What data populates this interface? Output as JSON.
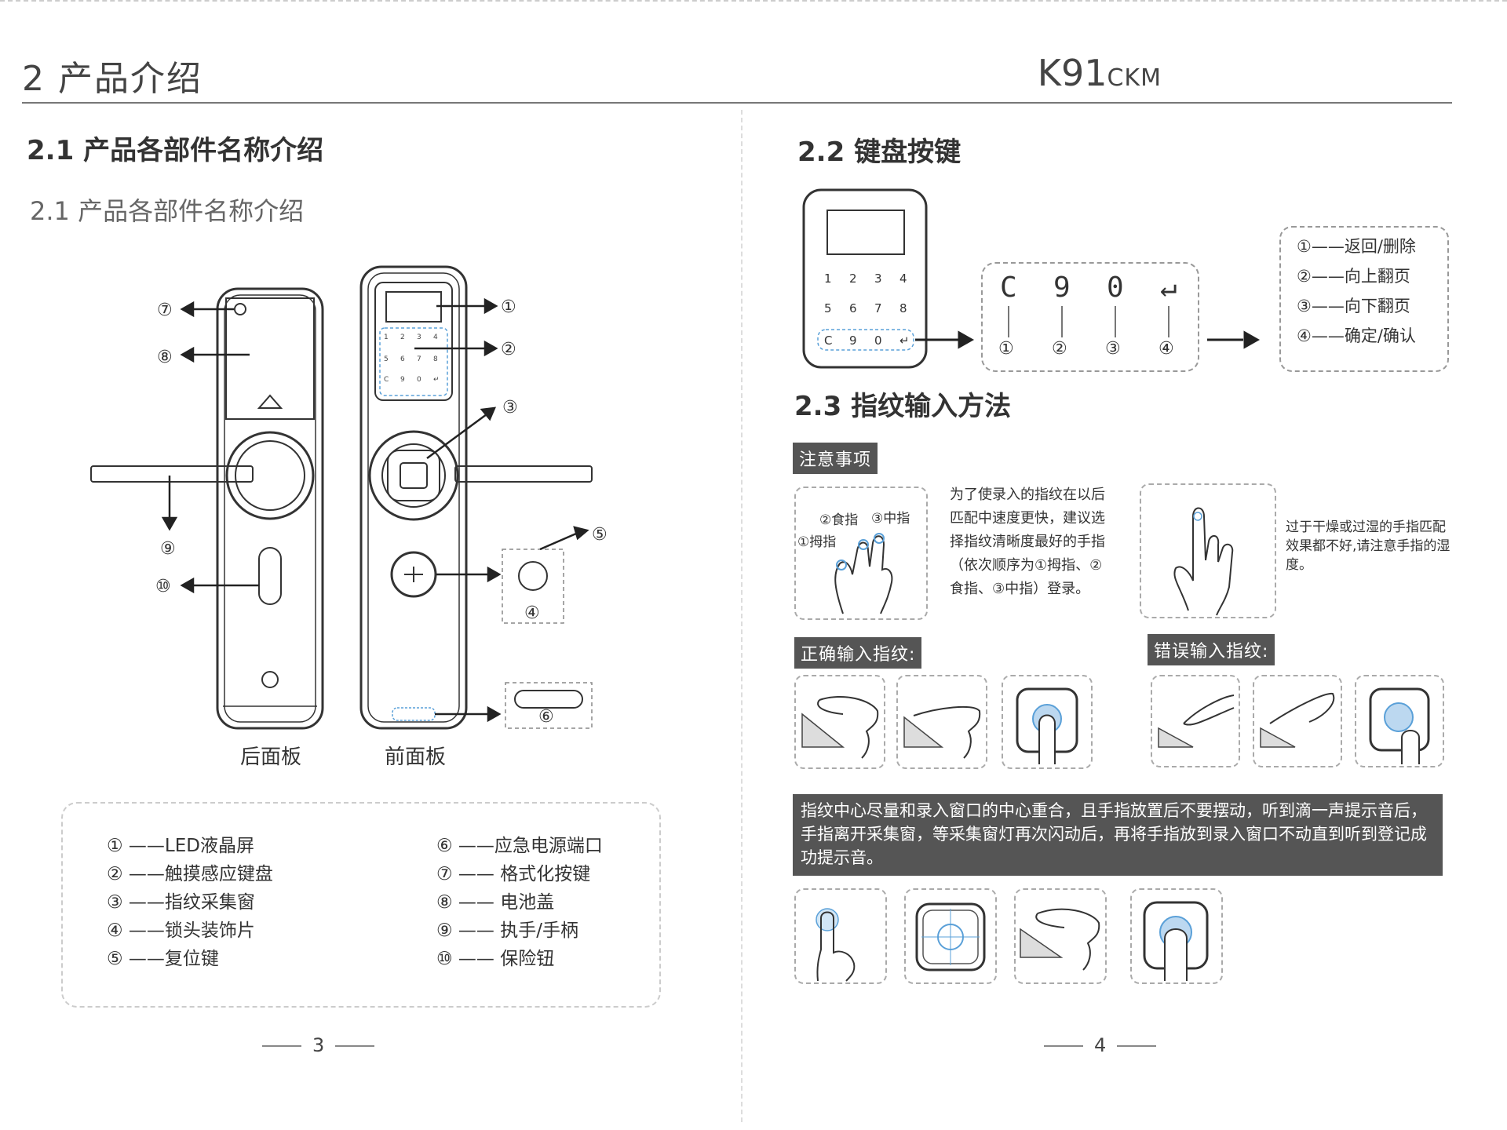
{
  "header": {
    "chapter_title": "2 产品介绍",
    "model_main": "K91",
    "model_suffix": "CKM"
  },
  "left_page": {
    "section_title": "2.1 产品各部件名称介绍",
    "section_subtitle": "2.1 产品各部件名称介绍",
    "diagram_labels": {
      "back_panel": "后面板",
      "front_panel": "前面板",
      "callouts": [
        "①",
        "②",
        "③",
        "④",
        "⑤",
        "⑥",
        "⑦",
        "⑧",
        "⑨",
        "⑩"
      ]
    },
    "keypad_digits": [
      "1",
      "2",
      "3",
      "4",
      "5",
      "6",
      "7",
      "8",
      "C",
      "9",
      "0",
      "↵"
    ],
    "legend_left": [
      "① ——LED液晶屏",
      "② ——触摸感应键盘",
      "③ ——指纹采集窗",
      "④ ——锁头装饰片",
      "⑤ ——复位键"
    ],
    "legend_right": [
      "⑥ ——应急电源端口",
      "⑦ —— 格式化按键",
      "⑧ —— 电池盖",
      "⑨ —— 执手/手柄",
      "⑩ —— 保险钮"
    ],
    "page_number": "3"
  },
  "right_page": {
    "section_keys_title": "2.2 键盘按键",
    "keypad_digits": [
      "1",
      "2",
      "3",
      "4",
      "5",
      "6",
      "7",
      "8",
      "C",
      "9",
      "0",
      "↵"
    ],
    "key_row": {
      "keys": [
        "C",
        "9",
        "0",
        "↵"
      ],
      "numbers": [
        "①",
        "②",
        "③",
        "④"
      ]
    },
    "key_functions": [
      "①——返回/删除",
      "②——向上翻页",
      "③——向下翻页",
      "④——确定/确认"
    ],
    "section_fp_title": "2.3 指纹输入方法",
    "notice_tag": "注意事项",
    "finger_labels": {
      "index": "②食指",
      "middle": "③中指",
      "thumb": "①拇指"
    },
    "finger_order_text": "为了使录入的指纹在以后匹配中速度更快，建议选择指纹清晰度最好的手指（依次顺序为①拇指、②食指、③中指）登录。",
    "humidity_text": "过于干燥或过湿的手指匹配效果都不好,请注意手指的湿度。",
    "correct_tag": "正确输入指纹:",
    "wrong_tag": "错误输入指纹:",
    "instruction_banner": "指纹中心尽量和录入窗口的中心重合，且手指放置后不要摆动，听到滴一声提示音后，手指离开采集窗，等采集窗灯再次闪动后，再将手指放到录入窗口不动直到听到登记成功提示音。",
    "page_number": "4"
  }
}
